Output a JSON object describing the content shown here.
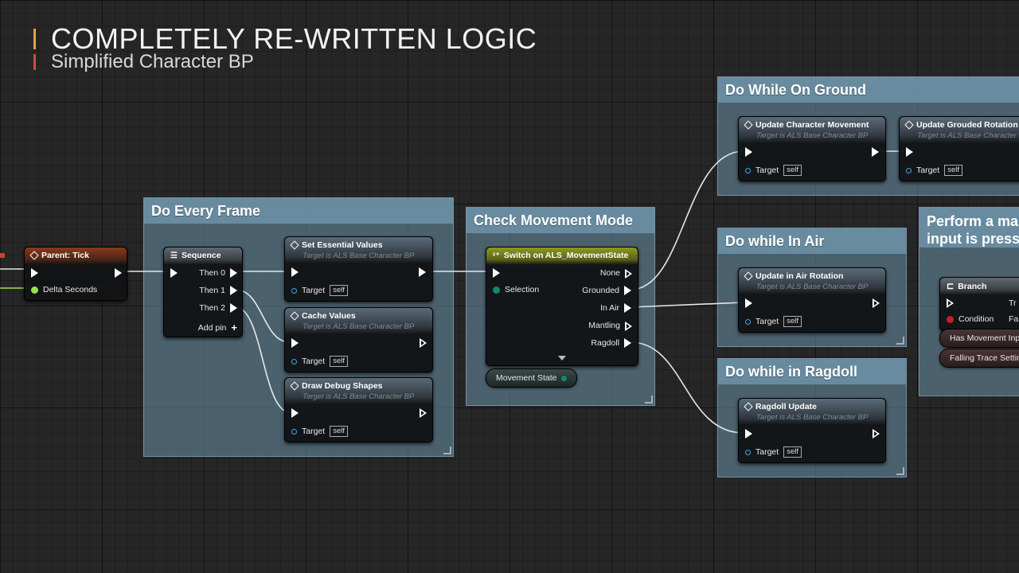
{
  "title": {
    "main": "COMPLETELY RE-WRITTEN LOGIC",
    "subtitle": "Simplified Character BP"
  },
  "colors": {
    "accent_yellow": "#e8a33c",
    "accent_red": "#d24a4a",
    "comment_bg": "#6991aa",
    "exec_pin": "#ffffff",
    "object_pin": "#3fa7e6",
    "float_pin": "#9ae14b",
    "enum_pin": "#0f8a6a",
    "bool_pin": "#c81e1e"
  },
  "comments": {
    "do_every_frame": "Do Every Frame",
    "check_movement_mode": "Check Movement Mode",
    "do_while_on_ground": "Do While On Ground",
    "do_while_in_air": "Do while In Air",
    "do_while_in_ragdoll": "Do while in Ragdoll",
    "perform_line1": "Perform a ma",
    "perform_line2": "input is presse"
  },
  "nodes": {
    "parent_tick": {
      "title": "Parent: Tick",
      "delta_seconds": "Delta Seconds"
    },
    "sequence": {
      "title": "Sequence",
      "then0": "Then 0",
      "then1": "Then 1",
      "then2": "Then 2",
      "add_pin": "Add pin"
    },
    "set_essential_values": {
      "title": "Set Essential Values",
      "sub": "Target is ALS Base Character BP",
      "target": "Target",
      "self": "self"
    },
    "cache_values": {
      "title": "Cache Values",
      "sub": "Target is ALS Base Character BP",
      "target": "Target",
      "self": "self"
    },
    "draw_debug_shapes": {
      "title": "Draw Debug Shapes",
      "sub": "Target is ALS Base Character BP",
      "target": "Target",
      "self": "self"
    },
    "switch": {
      "title": "Switch on ALS_MovementState",
      "selection": "Selection",
      "none": "None",
      "grounded": "Grounded",
      "in_air": "In Air",
      "mantling": "Mantling",
      "ragdoll": "Ragdoll"
    },
    "movement_state": {
      "label": "Movement State"
    },
    "update_character_movement": {
      "title": "Update Character Movement",
      "sub": "Target is ALS Base Character BP",
      "target": "Target",
      "self": "self"
    },
    "update_grounded_rotation": {
      "title": "Update Grouded Rotation",
      "sub": "Target is ALS Base Character",
      "target": "Target",
      "self": "self"
    },
    "update_in_air_rotation": {
      "title": "Update in Air Rotation",
      "sub": "Target is ALS Base Character BP",
      "target": "Target",
      "self": "self"
    },
    "ragdoll_update": {
      "title": "Ragdoll Update",
      "sub": "Target is ALS Base Character BP",
      "target": "Target",
      "self": "self"
    },
    "branch": {
      "title": "Branch",
      "condition": "Condition",
      "true_short": "Tr",
      "false_short": "Fa"
    },
    "has_movement_input": {
      "label": "Has Movement Input"
    },
    "falling_trace_settings": {
      "label": "Falling Trace Setting"
    }
  }
}
